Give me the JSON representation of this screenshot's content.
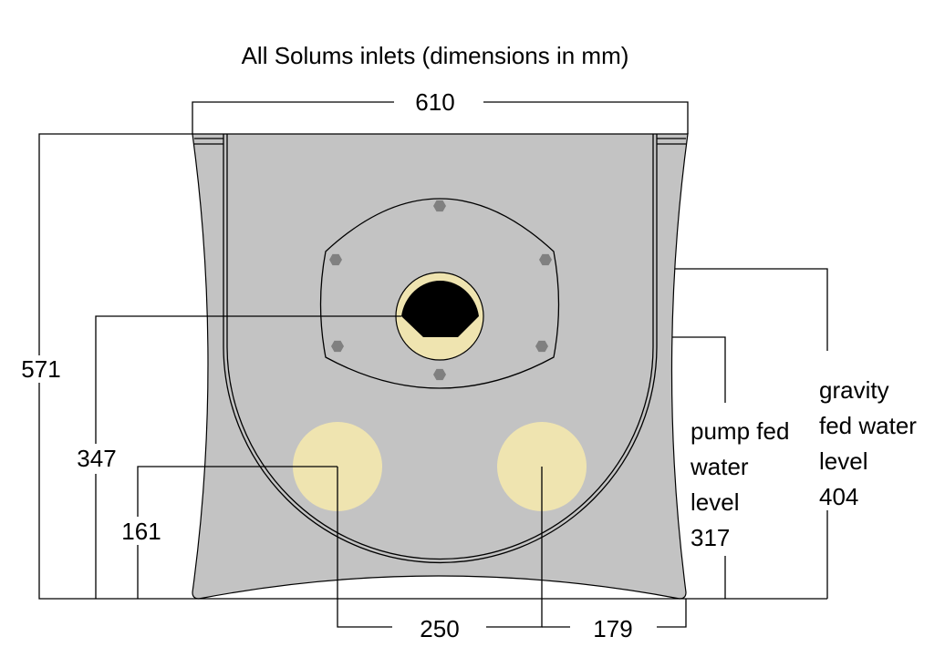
{
  "title": "All Solums inlets (dimensions in mm)",
  "colors": {
    "body": "#c3c3c3",
    "inlet": "#efe4b0",
    "bolt": "#808080",
    "hole": "#000000"
  },
  "dimensions": {
    "width": "610",
    "height": "571",
    "upper_inlet_height": "347",
    "lower_inlet_height": "161",
    "inlet_spacing": "250",
    "inlet_edge_offset": "179"
  },
  "pump_fed": {
    "lines": [
      "pump fed",
      "water",
      "level",
      "317"
    ]
  },
  "gravity_fed": {
    "lines": [
      "gravity",
      "fed water",
      "level",
      "404"
    ]
  }
}
